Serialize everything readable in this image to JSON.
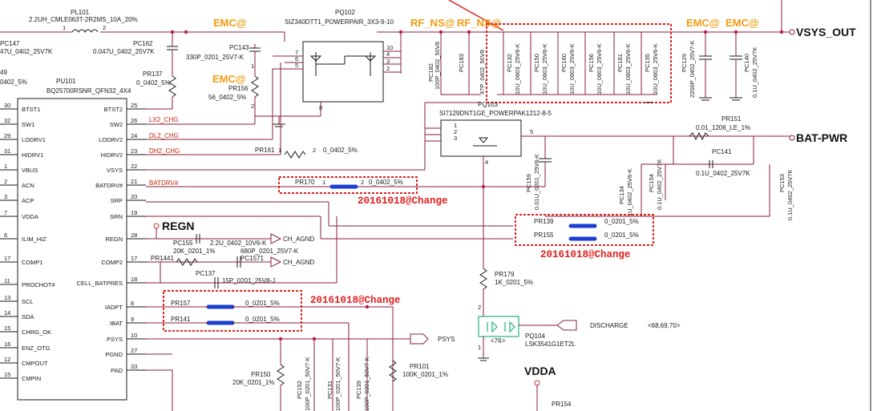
{
  "nets": {
    "vsys_out": "VSYS_OUT",
    "bat_pwr": "BAT-PWR",
    "regn": "REGN",
    "vdda": "VDDA",
    "psys": "PSYS",
    "ch_agnd": "CH_AGND",
    "discharge": "DISCHARGE",
    "discharge_ref": "<68,69,70>",
    "ref76": "<76>"
  },
  "emc_tags": {
    "emc": "EMC@",
    "rf_ns": "RF_NS@"
  },
  "change_tag": "20161018@Change",
  "ic": {
    "ref": "PU101",
    "part": "BQ25700RSNR_QFN32_4X4",
    "left_pins": [
      {
        "num": "30",
        "name": "BTST1"
      },
      {
        "num": "32",
        "name": "SW1"
      },
      {
        "num": "29",
        "name": "LODRV1"
      },
      {
        "num": "31",
        "name": "HIDRV1"
      },
      {
        "num": "1",
        "name": "VBUS"
      },
      {
        "num": "2",
        "name": "ACN"
      },
      {
        "num": "3",
        "name": "ACP"
      },
      {
        "num": "7",
        "name": "VDDA"
      },
      {
        "num": "6",
        "name": "ILIM_HIZ"
      },
      {
        "num": "17",
        "name": "COMP1"
      },
      {
        "num": "11",
        "name": "PROCHOT#"
      },
      {
        "num": "13",
        "name": "SCL"
      },
      {
        "num": "14",
        "name": "SDA"
      },
      {
        "num": "15",
        "name": "CHRG_OK"
      },
      {
        "num": "16",
        "name": "ENZ_OTG"
      },
      {
        "num": "12",
        "name": "CMPOUT"
      },
      {
        "num": "15",
        "name": "CMPIN"
      }
    ],
    "right_pins": [
      {
        "num": "25",
        "name": "BTST2"
      },
      {
        "num": "26",
        "name": "SW2"
      },
      {
        "num": "24",
        "name": "LODRV2"
      },
      {
        "num": "23",
        "name": "HIDRV2"
      },
      {
        "num": "22",
        "name": "VSYS"
      },
      {
        "num": "21",
        "name": "BATDRV#"
      },
      {
        "num": "20",
        "name": "SRP"
      },
      {
        "num": "19",
        "name": "SRN"
      },
      {
        "num": "28",
        "name": "REGN"
      },
      {
        "num": "17",
        "name": "COMP2"
      },
      {
        "num": "18",
        "name": "CELL_BATPRES"
      },
      {
        "num": "8",
        "name": "IADPT"
      },
      {
        "num": "9",
        "name": "IBAT"
      },
      {
        "num": "10",
        "name": "PSYS"
      },
      {
        "num": "27",
        "name": "PGND"
      },
      {
        "num": "33",
        "name": "PAD"
      }
    ]
  },
  "signals": {
    "lx2": "LX2_CHG",
    "dl2": "DL2_CHG",
    "dh2": "DH2_CHG",
    "batdrv": "BATDRV#"
  },
  "components": {
    "pl101": {
      "ref": "PL101",
      "value": "2.2UH_CMLE063T-2R2MS_10A_20%"
    },
    "pc147": {
      "ref": "PC147",
      "value": "47U_0402_25V7K"
    },
    "pc162": {
      "ref": "PC162",
      "value": "0.047U_0402_25V7K"
    },
    "pr137": {
      "ref": "PR137",
      "value": "0_0402_5%"
    },
    "pr149": {
      "ref": "49",
      "value": "0402_5%"
    },
    "pc143": {
      "ref": "PC143",
      "value": "330P_0201_25V7-K"
    },
    "pr156": {
      "ref": "PR156",
      "value": "56_0402_5%"
    },
    "pq102": {
      "ref": "PQ102",
      "value": "SIZ340DTT1_POWERPAIR_3X3-9-10"
    },
    "pc182": {
      "ref": "PC182",
      "value": "100P_0402_50V8"
    },
    "pc183": {
      "ref": "PC183",
      "value": "47P_0402_50V8"
    },
    "pc_bank": [
      "PC132",
      "PC150",
      "PC160",
      "PC156",
      "PC161",
      "PC135"
    ],
    "pc_bank_value": "10U_0603_25V6-K",
    "pc129": {
      "ref": "PC129",
      "value": "2200P_0402_25V7-K"
    },
    "pc140": {
      "ref": "PC140",
      "value": "0.1U_0402_25V7K"
    },
    "pq103": {
      "ref": "PQ103",
      "value": "SI7129DNT1GE_POWERPAK1212-8-5"
    },
    "pr161": {
      "ref": "PR161",
      "value": "0_0402_5%"
    },
    "pr170": {
      "ref": "PR170",
      "value": "0_0402_5%"
    },
    "pc159": {
      "ref": "PC159",
      "value": "0.01U_0201_25V6-K"
    },
    "pr151": {
      "ref": "PR151",
      "value": "0.01_1206_LE_1%"
    },
    "pc141": {
      "ref": "PC141",
      "value": "0.1U_0402_25V7K"
    },
    "pc134": {
      "ref": "PC134",
      "value": "1U_0402_25V6-K"
    },
    "pc154": {
      "ref": "PC154",
      "value": "0.1U_0402_25V7K"
    },
    "pc153": {
      "ref": "PC153",
      "value": "0.1U_0402_25V7K"
    },
    "pr139": {
      "ref": "PR139",
      "value": "0_0201_5%"
    },
    "pr155": {
      "ref": "PR155",
      "value": "0_0201_5%"
    },
    "pc155": {
      "ref": "PC155",
      "value": "2.2U_0402_10V6-K"
    },
    "pr_reg": {
      "ref": "",
      "value": "20K_0201_1%"
    },
    "pr1441": {
      "ref": "PR1441",
      "value": "680P_0201_25V7-K"
    },
    "pc1571": {
      "ref": "PC1571",
      "value": ""
    },
    "pc137": {
      "ref": "PC137",
      "value": "15P_0201_25V8-J"
    },
    "pr179": {
      "ref": "PR179",
      "value": "1K_0201_5%"
    },
    "pr157": {
      "ref": "PR157",
      "value": "0_0201_5%"
    },
    "pr141": {
      "ref": "PR141",
      "value": "0_0201_5%"
    },
    "pq104": {
      "ref": "PQ104",
      "value": "LSK3541G1ET2L"
    },
    "pr150": {
      "ref": "PR150",
      "value": "20K_0201_1%"
    },
    "pc152": {
      "ref": "PC152",
      "value": "100P_0201_50V7-K"
    },
    "pc131": {
      "ref": "PC131",
      "value": "100P_0201_50V7-K"
    },
    "pc139": {
      "ref": "PC139",
      "value": "100P_0201_50V7-K"
    },
    "pr101": {
      "ref": "PR101",
      "value": "100K_0201_1%"
    },
    "pr154": {
      "ref": "PR154",
      "value": ""
    }
  },
  "colors": {
    "wire": "#8a1f3a",
    "signal_text": "#cc2200",
    "change_box": "#e02020",
    "emc_text": "#f39c12",
    "jumper": "#1a3fd0",
    "discharge_fet": "#21b573"
  }
}
